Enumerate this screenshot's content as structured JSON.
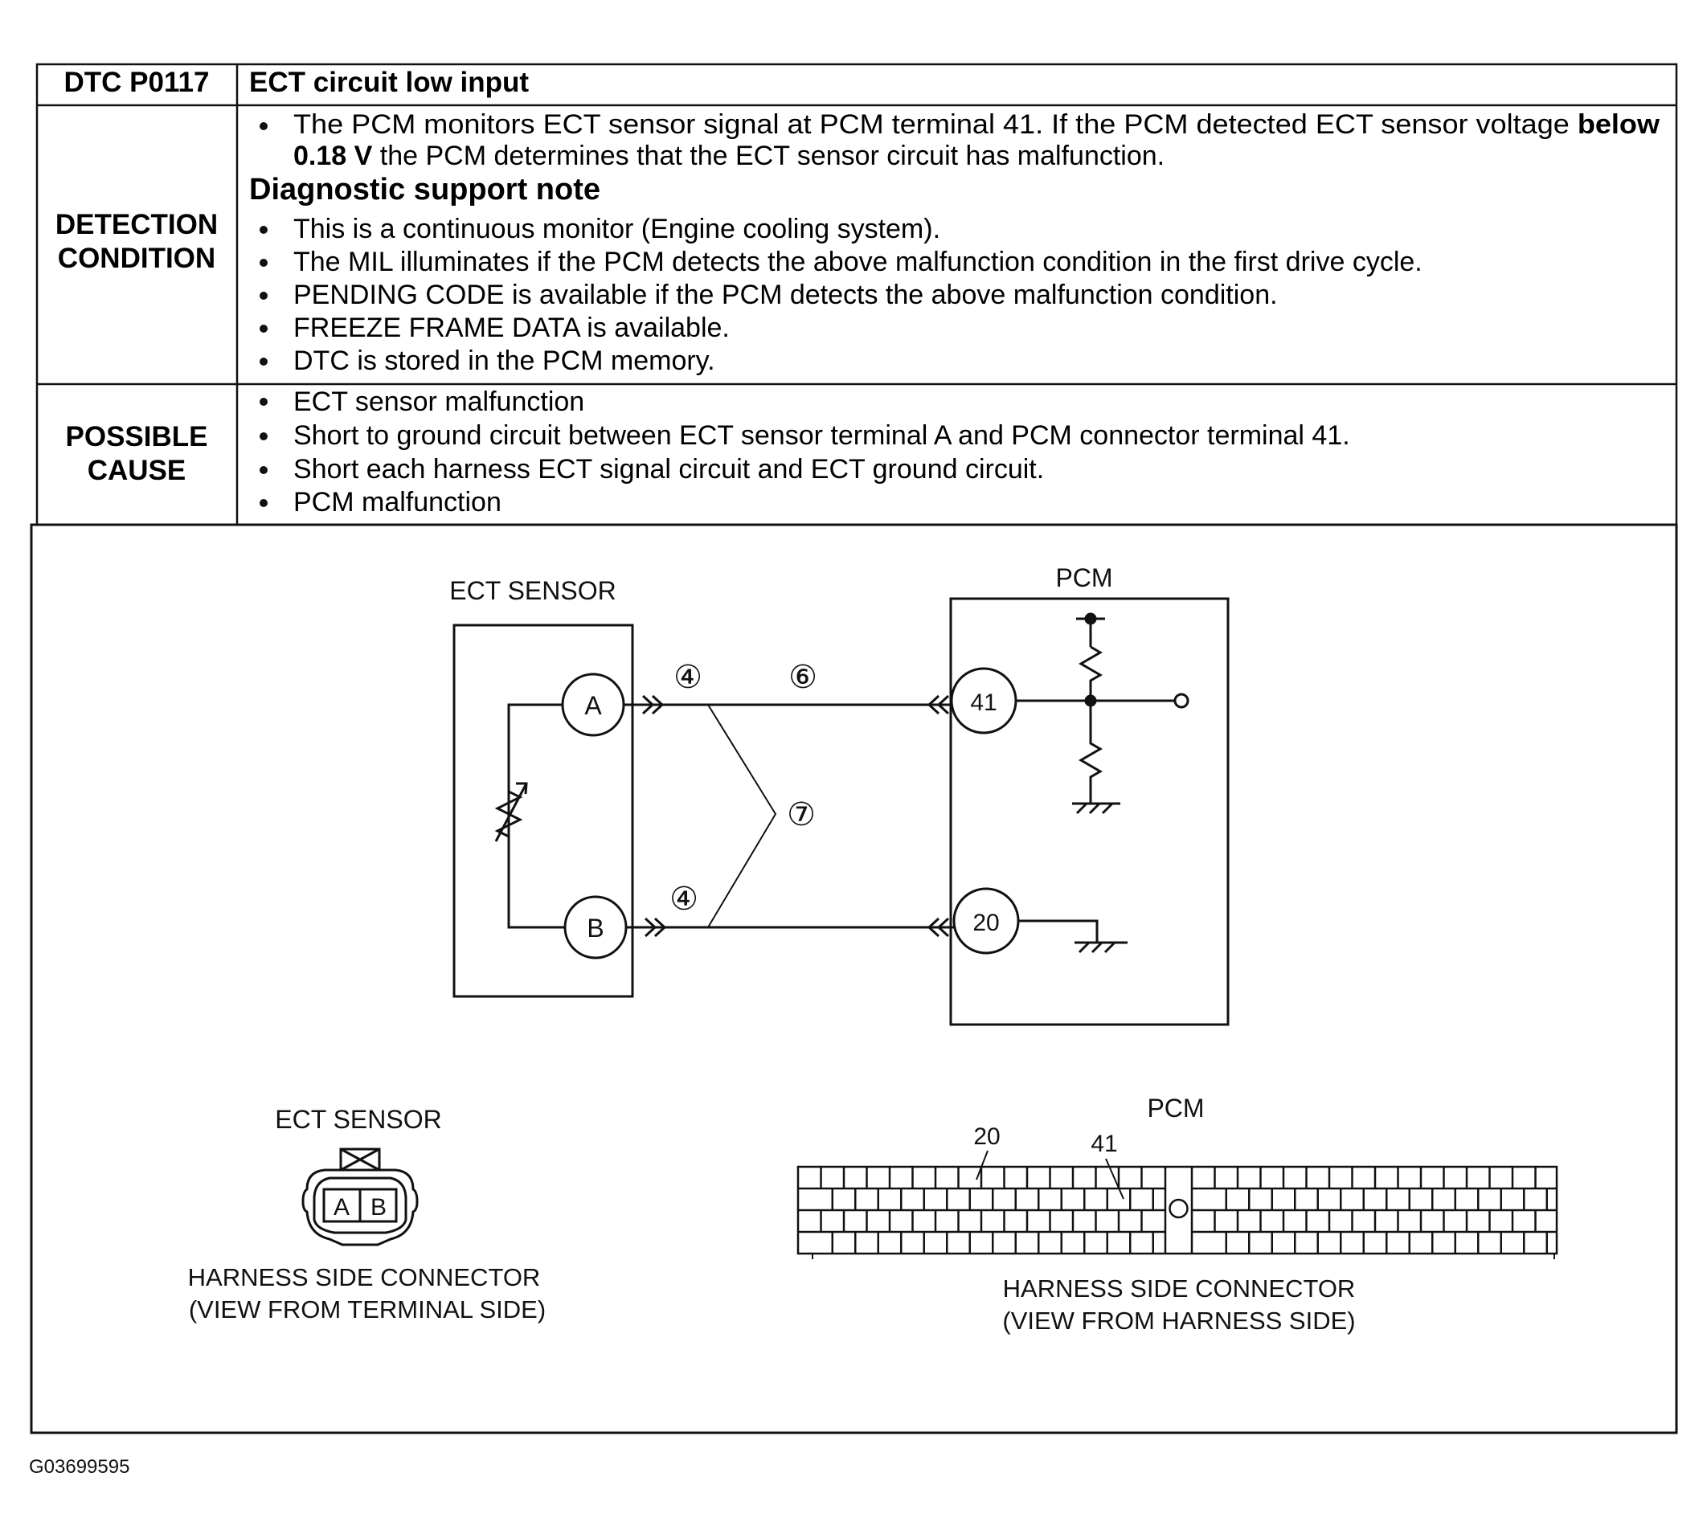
{
  "header": {
    "code": "DTC P0117",
    "title": "ECT circuit low input"
  },
  "detection": {
    "label_line1": "DETECTION",
    "label_line2": "CONDITION",
    "monitor_line1_pre": "The PCM monitors ECT sensor signal at PCM terminal 41. If the PCM detected ECT sensor voltage ",
    "monitor_line1_bold": "below",
    "monitor_line2_bold": "0.18 V",
    "monitor_line2_rest": " the PCM determines that the ECT sensor circuit has malfunction.",
    "note_heading": "Diagnostic support note",
    "notes": [
      "This is a continuous monitor (Engine cooling system).",
      "The MIL illuminates if the PCM detects the above malfunction condition in the first drive cycle.",
      "PENDING CODE is available if the PCM detects the above malfunction condition.",
      "FREEZE FRAME DATA is available.",
      "DTC is stored in the PCM memory."
    ]
  },
  "cause": {
    "label_line1": "POSSIBLE",
    "label_line2": "CAUSE",
    "items": [
      "ECT sensor malfunction",
      "Short to ground circuit between ECT sensor terminal A and PCM connector terminal 41.",
      "Short each harness ECT signal circuit and ECT ground circuit.",
      "PCM malfunction"
    ]
  },
  "schematic": {
    "sensor_title": "ECT SENSOR",
    "pcm_title": "PCM",
    "terminal_a": "A",
    "terminal_b": "B",
    "pcm_terminal_41": "41",
    "pcm_terminal_20": "20",
    "ref_4_top": "④",
    "ref_4_bottom": "④",
    "ref_6": "⑥",
    "ref_7": "⑦"
  },
  "connectors": {
    "sensor_title": "ECT SENSOR",
    "sensor_pin_a": "A",
    "sensor_pin_b": "B",
    "sensor_caption_line1": "HARNESS SIDE CONNECTOR",
    "sensor_caption_line2": "(VIEW FROM TERMINAL SIDE)",
    "pcm_title": "PCM",
    "pcm_pin_20": "20",
    "pcm_pin_41": "41",
    "pcm_caption_line1": "HARNESS SIDE CONNECTOR",
    "pcm_caption_line2": "(VIEW FROM HARNESS SIDE)"
  },
  "figure_id": "G03699595"
}
